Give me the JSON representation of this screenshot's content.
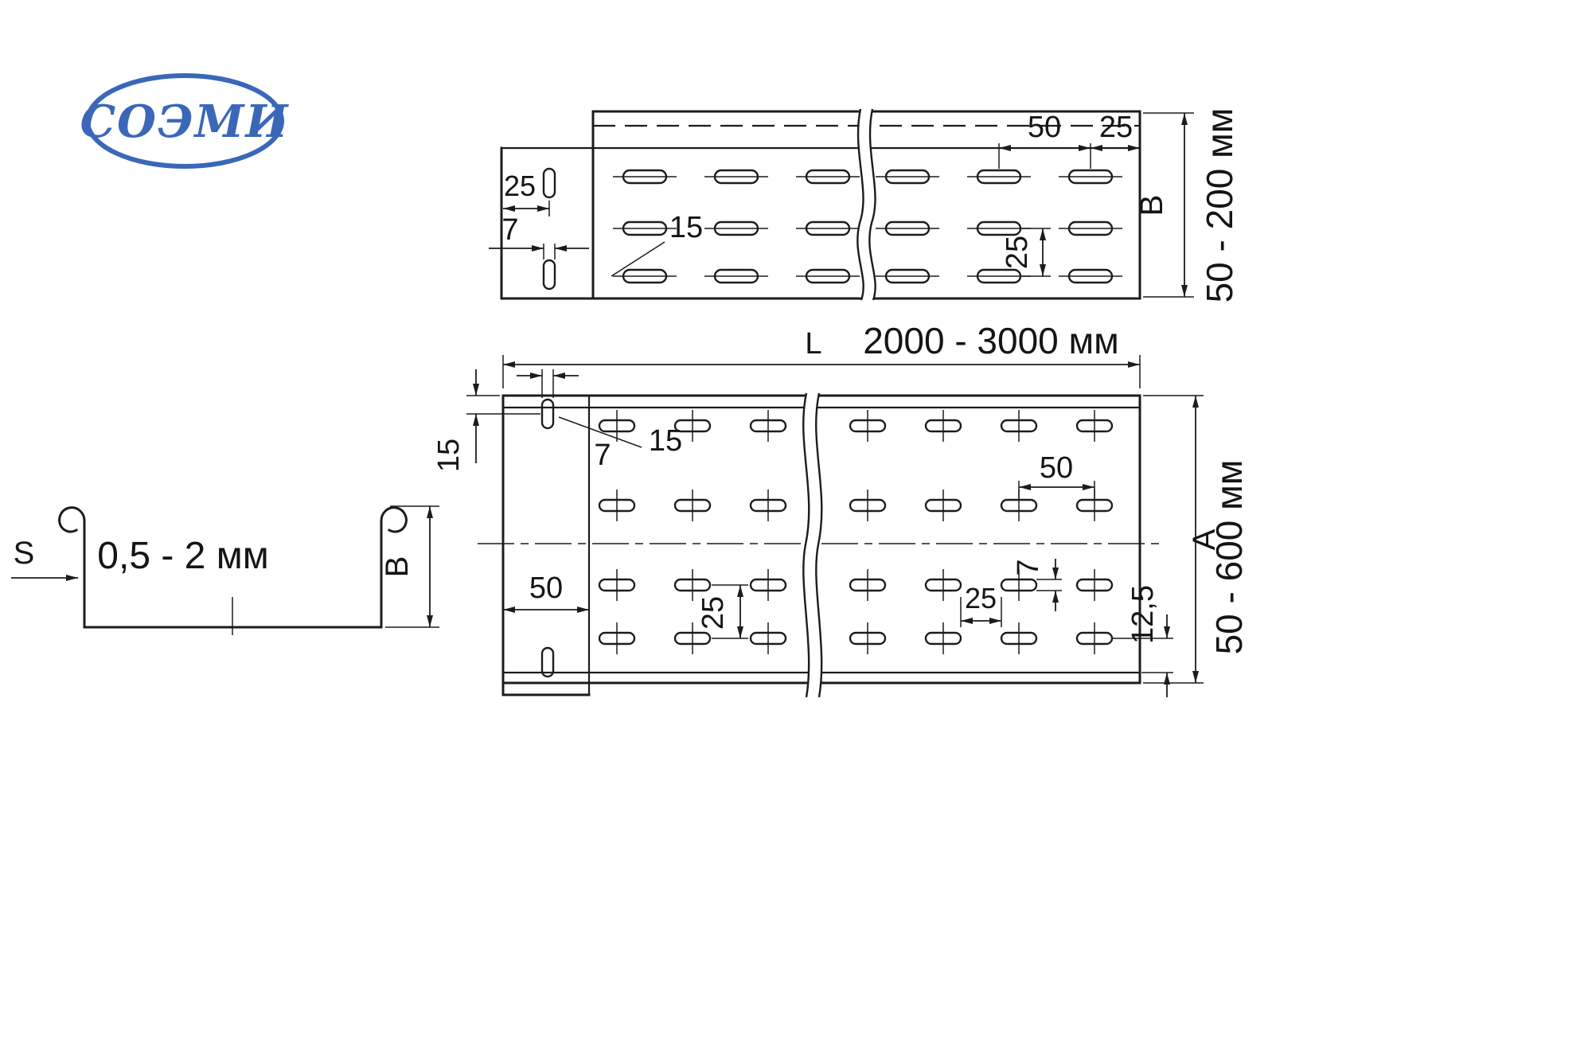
{
  "page": {
    "bg": "#ffffff",
    "line_color": "#1c1c1c",
    "accent": "#3a67b8"
  },
  "logo": {
    "text": "СОЭМИ"
  },
  "section_view": {
    "s_label": "S",
    "thickness": "0,5 - 2 мм",
    "height": "B"
  },
  "side_view": {
    "pitch": "50",
    "edge": "25",
    "height": "B",
    "height_range": "50 - 200 мм",
    "tab_offset": "25",
    "slot_width": "7",
    "slot_length": "15",
    "row_pitch": "25"
  },
  "plan_view": {
    "length_label": "L",
    "length_range": "2000 - 3000 мм",
    "end_offset": "15",
    "slot_width_top": "7",
    "slot_length_top": "15",
    "tab_width": "50",
    "row_pitch": "25",
    "pitch": "50",
    "slot_width_right": "7",
    "half_pitch": "25",
    "edge_offset": "12,5",
    "width_label": "A",
    "width_range": "50 - 600 мм"
  }
}
